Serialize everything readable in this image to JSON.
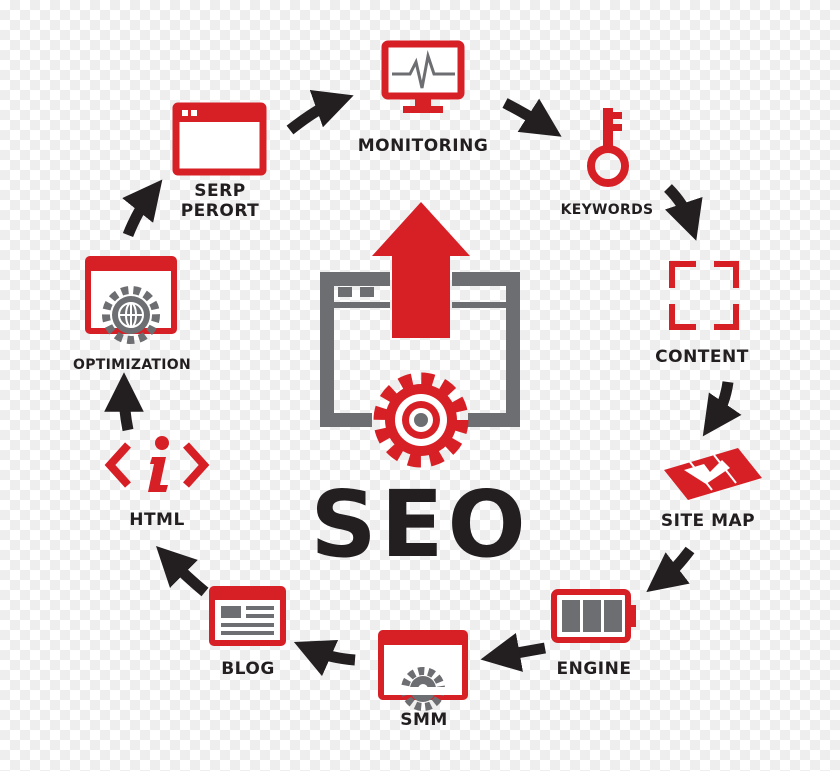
{
  "title": "SEO",
  "steps": [
    {
      "label": "MONITORING",
      "icon": "monitor-heartbeat-icon"
    },
    {
      "label": "KEYWORDS",
      "icon": "key-icon"
    },
    {
      "label": "CONTENT",
      "icon": "frame-corners-icon"
    },
    {
      "label": "SITE MAP",
      "icon": "map-icon"
    },
    {
      "label": "ENGINE",
      "icon": "battery-icon"
    },
    {
      "label": "SMM",
      "icon": "browser-gear-icon"
    },
    {
      "label": "BLOG",
      "icon": "browser-article-icon"
    },
    {
      "label": "HTML",
      "icon": "info-code-icon"
    },
    {
      "label": "OPTIMIZATION",
      "icon": "browser-globe-gear-icon"
    },
    {
      "label": "SERP\nPERORT",
      "icon": "browser-window-icon"
    }
  ],
  "colors": {
    "red": "#d71f26",
    "gray": "#6d6e71",
    "dark": "#231f20"
  }
}
